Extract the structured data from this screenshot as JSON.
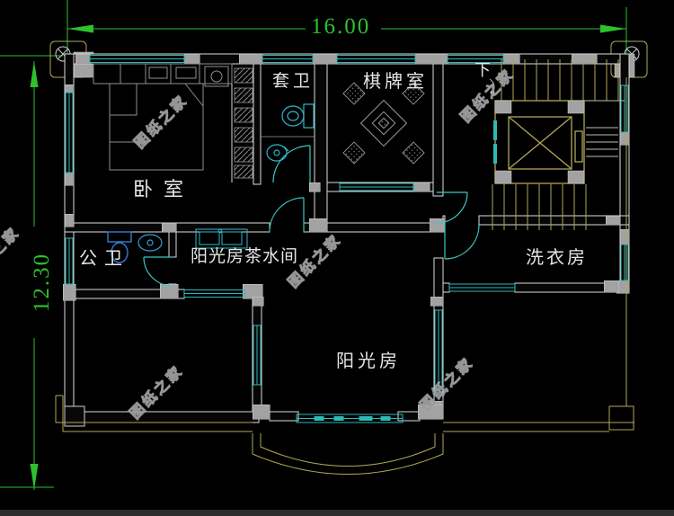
{
  "plan": {
    "dimension_width": "16.00",
    "dimension_height": "12.30",
    "rooms": {
      "bedroom": "卧室",
      "ensuite_bath": "套卫",
      "chess_room": "棋牌室",
      "public_bath": "公卫",
      "sunroom_tea_room": "阳光房茶水间",
      "laundry_room": "洗衣房",
      "sunroom": "阳光房"
    },
    "stair_annotation": "下",
    "watermark": "图纸之家",
    "colors": {
      "background": "#000000",
      "dimension_green": "#2cc22c",
      "window_cyan": "#2fb8b8",
      "door_cyan": "#3cc8c8",
      "wall_white": "#dcdcdc",
      "column_gray": "#a2a2a2",
      "stair_elevator_olive": "#b0a758",
      "fixture_blue": "#3a7ad2",
      "label_white": "#e6e6e6"
    },
    "symbols": [
      "bed",
      "wardrobe",
      "mahjong-table",
      "chairs",
      "toilet",
      "sink",
      "tea-counter-sink",
      "elevator",
      "staircase",
      "bay-window",
      "door-arc",
      "dimension-arrow",
      "corner-column",
      "watermark"
    ]
  }
}
